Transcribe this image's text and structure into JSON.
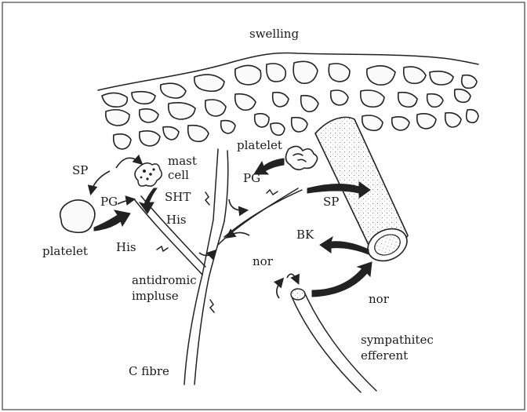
{
  "diagram": {
    "labels": {
      "swelling": "swelling",
      "platelet_top": "platelet",
      "mast_cell_line1": "mast",
      "mast_cell_line2": "cell",
      "sp_left": "SP",
      "pg_left": "PG",
      "sht": "SHT",
      "pg_mid": "PG",
      "sp_right": "SP",
      "his_upper": "His",
      "his_lower": "His",
      "platelet_left": "platelet",
      "bk": "BK",
      "nor_mid": "nor",
      "nor_right": "nor",
      "antidromic_line1": "antidromic",
      "antidromic_line2": "impluse",
      "sympathetic_line1": "sympathitec",
      "sympathetic_line2": "efferent",
      "c_fibre": "C fibre"
    }
  }
}
